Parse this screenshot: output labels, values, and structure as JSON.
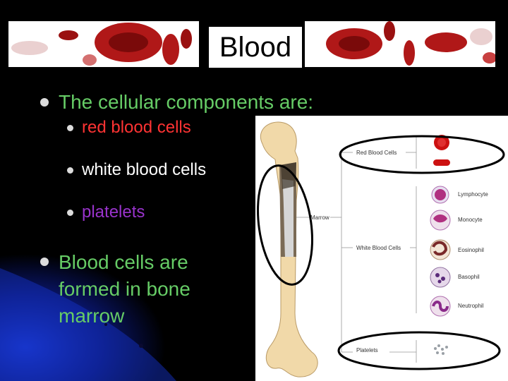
{
  "slide": {
    "title": "Blood",
    "bullets": [
      {
        "text": "The cellular components are:",
        "color": "#66cc66"
      },
      {
        "text": "Blood cells are formed in bone marrow",
        "color": "#66cc66"
      }
    ],
    "sub_bullets": [
      {
        "text": "red blood cells",
        "color": "#ff3333"
      },
      {
        "text": "white blood cells",
        "color": "#ffffff"
      },
      {
        "text": "platelets",
        "color": "#9933cc"
      }
    ]
  },
  "diagram": {
    "labels": {
      "red_blood_cells": "Red Blood Cells",
      "marrow": "Marrow",
      "white_blood_cells": "White Blood Cells",
      "platelets": "Platelets",
      "lymphocyte": "Lymphocyte",
      "monocyte": "Monocyte",
      "eosinophil": "Eosinophil",
      "basophil": "Basophil",
      "neutrophil": "Neutrophil"
    }
  },
  "colors": {
    "background": "#000000",
    "accent_blue": "#0b1a6b",
    "bullet_green": "#66cc66",
    "rbc_red": "#cc1111"
  }
}
